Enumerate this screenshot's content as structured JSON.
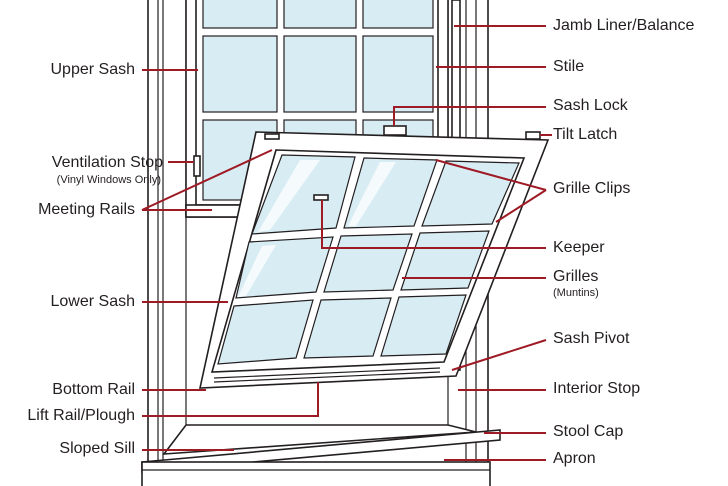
{
  "labels_left": {
    "upper_sash": "Upper Sash",
    "ventilation_stop": "Ventilation Stop",
    "ventilation_stop_note": "(Vinyl Windows Only)",
    "meeting_rails": "Meeting Rails",
    "lower_sash": "Lower Sash",
    "bottom_rail": "Bottom Rail",
    "lift_rail": "Lift Rail/Plough",
    "sloped_sill": "Sloped Sill"
  },
  "labels_right": {
    "jamb_liner": "Jamb Liner/Balance",
    "stile": "Stile",
    "sash_lock": "Sash Lock",
    "tilt_latch": "Tilt Latch",
    "grille_clips": "Grille Clips",
    "keeper": "Keeper",
    "grilles": "Grilles",
    "grilles_note": "(Muntins)",
    "sash_pivot": "Sash Pivot",
    "interior_stop": "Interior Stop",
    "stool_cap": "Stool Cap",
    "apron": "Apron"
  },
  "colors": {
    "leader_line": "#9e1a24",
    "outline": "#231f20",
    "glass": "#d8ecf4",
    "background": "#ffffff"
  }
}
